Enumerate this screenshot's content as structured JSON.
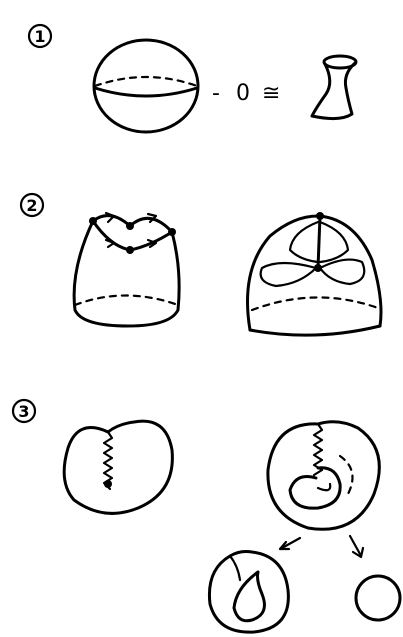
{
  "diagram": {
    "steps": [
      {
        "label": "1"
      },
      {
        "label": "2"
      },
      {
        "label": "3"
      }
    ],
    "step1": {
      "minus_text": "-",
      "zero_text": "0",
      "approx_text": "≅"
    }
  }
}
